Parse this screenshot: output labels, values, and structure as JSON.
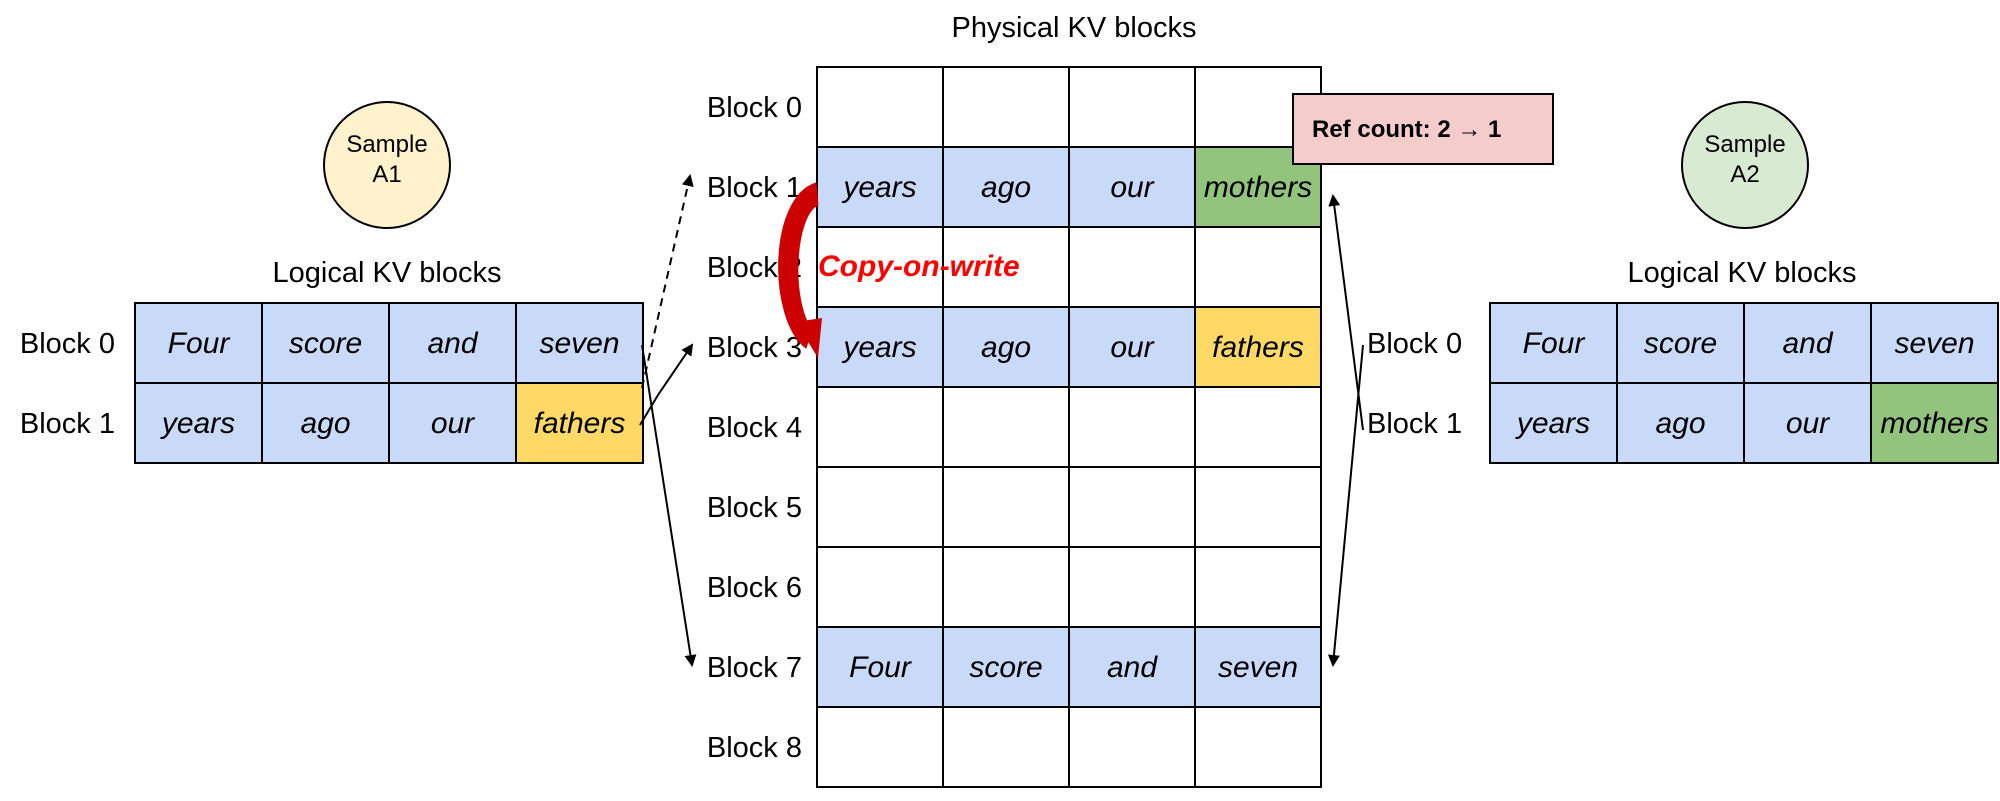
{
  "colors": {
    "blue": "#c9daf8",
    "yellow": "#ffd966",
    "green": "#93c47d",
    "white": "#ffffff",
    "sample_a1": "#fff2cc",
    "sample_a2": "#d9ead3",
    "ref_box": "#f4cccc",
    "copy_on_write": "#ff0000"
  },
  "physical": {
    "title": "Physical KV blocks",
    "blocks": [
      {
        "label": "Block 0",
        "cells": [
          {
            "text": "",
            "color": "white"
          },
          {
            "text": "",
            "color": "white"
          },
          {
            "text": "",
            "color": "white"
          },
          {
            "text": "",
            "color": "white"
          }
        ]
      },
      {
        "label": "Block 1",
        "cells": [
          {
            "text": "years",
            "color": "blue"
          },
          {
            "text": "ago",
            "color": "blue"
          },
          {
            "text": "our",
            "color": "blue"
          },
          {
            "text": "mothers",
            "color": "green"
          }
        ]
      },
      {
        "label": "Block 2",
        "cells": [
          {
            "text": "",
            "color": "white"
          },
          {
            "text": "",
            "color": "white"
          },
          {
            "text": "",
            "color": "white"
          },
          {
            "text": "",
            "color": "white"
          }
        ]
      },
      {
        "label": "Block 3",
        "cells": [
          {
            "text": "years",
            "color": "blue"
          },
          {
            "text": "ago",
            "color": "blue"
          },
          {
            "text": "our",
            "color": "blue"
          },
          {
            "text": "fathers",
            "color": "yellow"
          }
        ]
      },
      {
        "label": "Block 4",
        "cells": [
          {
            "text": "",
            "color": "white"
          },
          {
            "text": "",
            "color": "white"
          },
          {
            "text": "",
            "color": "white"
          },
          {
            "text": "",
            "color": "white"
          }
        ]
      },
      {
        "label": "Block 5",
        "cells": [
          {
            "text": "",
            "color": "white"
          },
          {
            "text": "",
            "color": "white"
          },
          {
            "text": "",
            "color": "white"
          },
          {
            "text": "",
            "color": "white"
          }
        ]
      },
      {
        "label": "Block 6",
        "cells": [
          {
            "text": "",
            "color": "white"
          },
          {
            "text": "",
            "color": "white"
          },
          {
            "text": "",
            "color": "white"
          },
          {
            "text": "",
            "color": "white"
          }
        ]
      },
      {
        "label": "Block 7",
        "cells": [
          {
            "text": "Four",
            "color": "blue"
          },
          {
            "text": "score",
            "color": "blue"
          },
          {
            "text": "and",
            "color": "blue"
          },
          {
            "text": "seven",
            "color": "blue"
          }
        ]
      },
      {
        "label": "Block 8",
        "cells": [
          {
            "text": "",
            "color": "white"
          },
          {
            "text": "",
            "color": "white"
          },
          {
            "text": "",
            "color": "white"
          },
          {
            "text": "",
            "color": "white"
          }
        ]
      }
    ]
  },
  "sample_a1": {
    "name": "Sample\nA1",
    "logical_title": "Logical KV blocks",
    "blocks": [
      {
        "label": "Block 0",
        "cells": [
          {
            "text": "Four",
            "color": "blue"
          },
          {
            "text": "score",
            "color": "blue"
          },
          {
            "text": "and",
            "color": "blue"
          },
          {
            "text": "seven",
            "color": "blue"
          }
        ]
      },
      {
        "label": "Block 1",
        "cells": [
          {
            "text": "years",
            "color": "blue"
          },
          {
            "text": "ago",
            "color": "blue"
          },
          {
            "text": "our",
            "color": "blue"
          },
          {
            "text": "fathers",
            "color": "yellow"
          }
        ]
      }
    ]
  },
  "sample_a2": {
    "name": "Sample\nA2",
    "logical_title": "Logical KV blocks",
    "blocks": [
      {
        "label": "Block 0",
        "cells": [
          {
            "text": "Four",
            "color": "blue"
          },
          {
            "text": "score",
            "color": "blue"
          },
          {
            "text": "and",
            "color": "blue"
          },
          {
            "text": "seven",
            "color": "blue"
          }
        ]
      },
      {
        "label": "Block 1",
        "cells": [
          {
            "text": "years",
            "color": "blue"
          },
          {
            "text": "ago",
            "color": "blue"
          },
          {
            "text": "our",
            "color": "blue"
          },
          {
            "text": "mothers",
            "color": "green"
          }
        ]
      }
    ]
  },
  "ref_count": "Ref count: 2 → 1",
  "copy_on_write": "Copy-on-write"
}
